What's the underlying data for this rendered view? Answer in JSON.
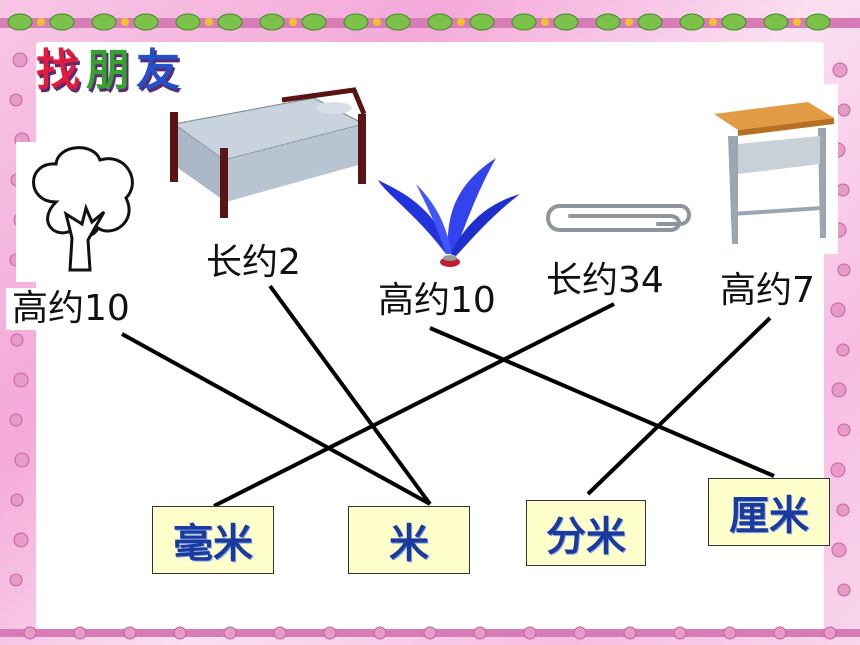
{
  "title": {
    "chars": [
      "找",
      "朋",
      "友"
    ]
  },
  "items": [
    {
      "name": "tree",
      "measure": "高约10"
    },
    {
      "name": "bed",
      "measure": "长约2"
    },
    {
      "name": "shuttlecock",
      "measure": "高约10"
    },
    {
      "name": "paperclip",
      "measure": "长约34"
    },
    {
      "name": "desk",
      "measure": "高约7"
    }
  ],
  "units": [
    "毫米",
    "米",
    "分米",
    "厘米"
  ],
  "colors": {
    "unit_text": "#1a3a9e",
    "unit_box_bg": "#ffffcc",
    "line": "#000000",
    "border_bg": "#f4a9d9"
  }
}
